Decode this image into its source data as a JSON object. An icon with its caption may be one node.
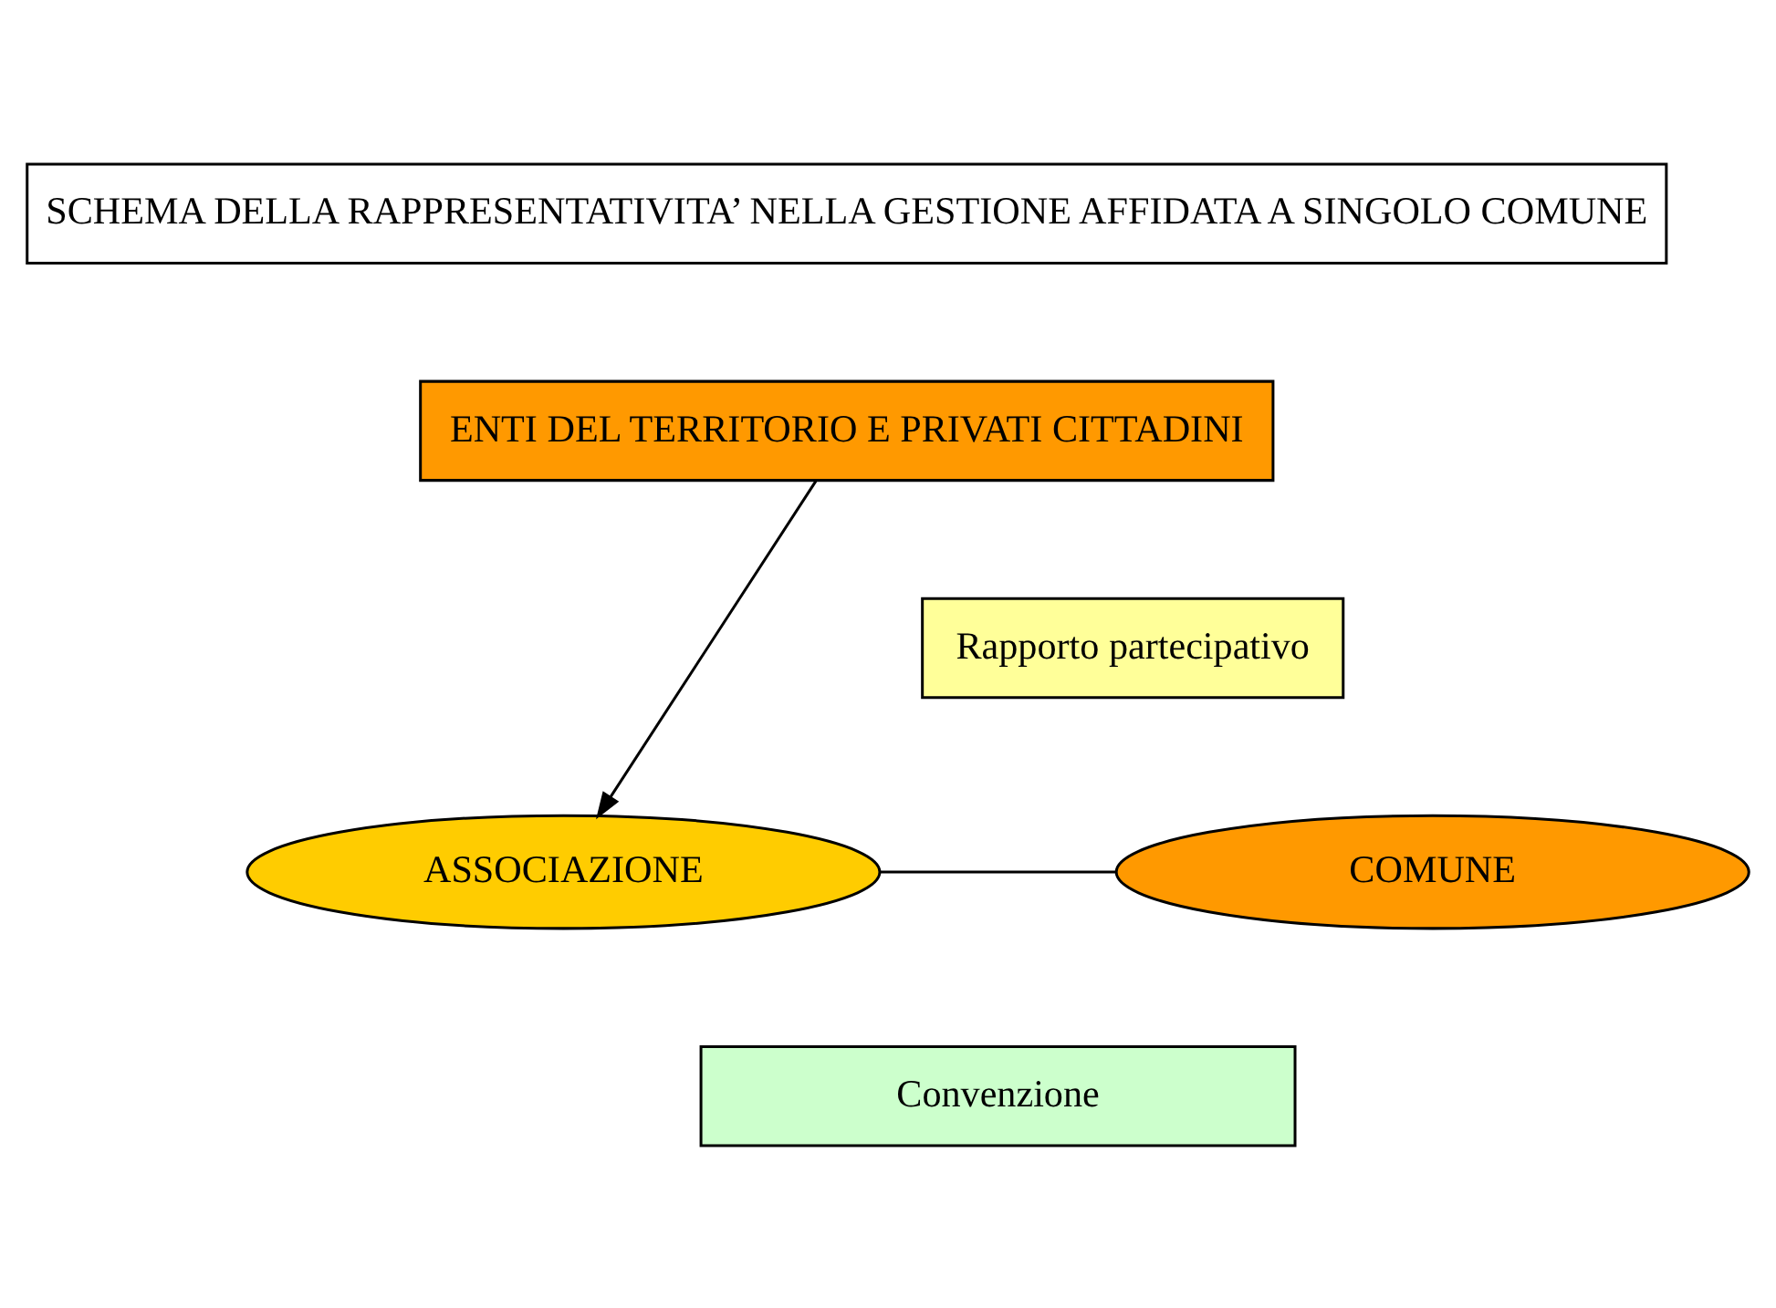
{
  "diagram": {
    "nodes": [
      {
        "text": [
          "SCHEMA DELLA RAPPRESENTATIVITA’ NELLA GESTIONE AFFIDATA A SINGOLO COMUNE"
        ]
      },
      {
        "text": [
          "ENTI DEL TERRITORIO E PRIVATI CITTADINI"
        ]
      },
      {
        "text": [
          "Rapporto partecipativo"
        ]
      },
      {
        "text": [
          "ASSOCIAZIONE"
        ]
      },
      {
        "text": [
          "COMUNE"
        ]
      },
      {
        "text": [
          "Convenzione"
        ]
      }
    ],
    "edges": [
      {
        "from": 1,
        "to": 3,
        "arrow": "to"
      },
      {
        "from": 3,
        "to": 4,
        "arrow": "none"
      }
    ]
  }
}
